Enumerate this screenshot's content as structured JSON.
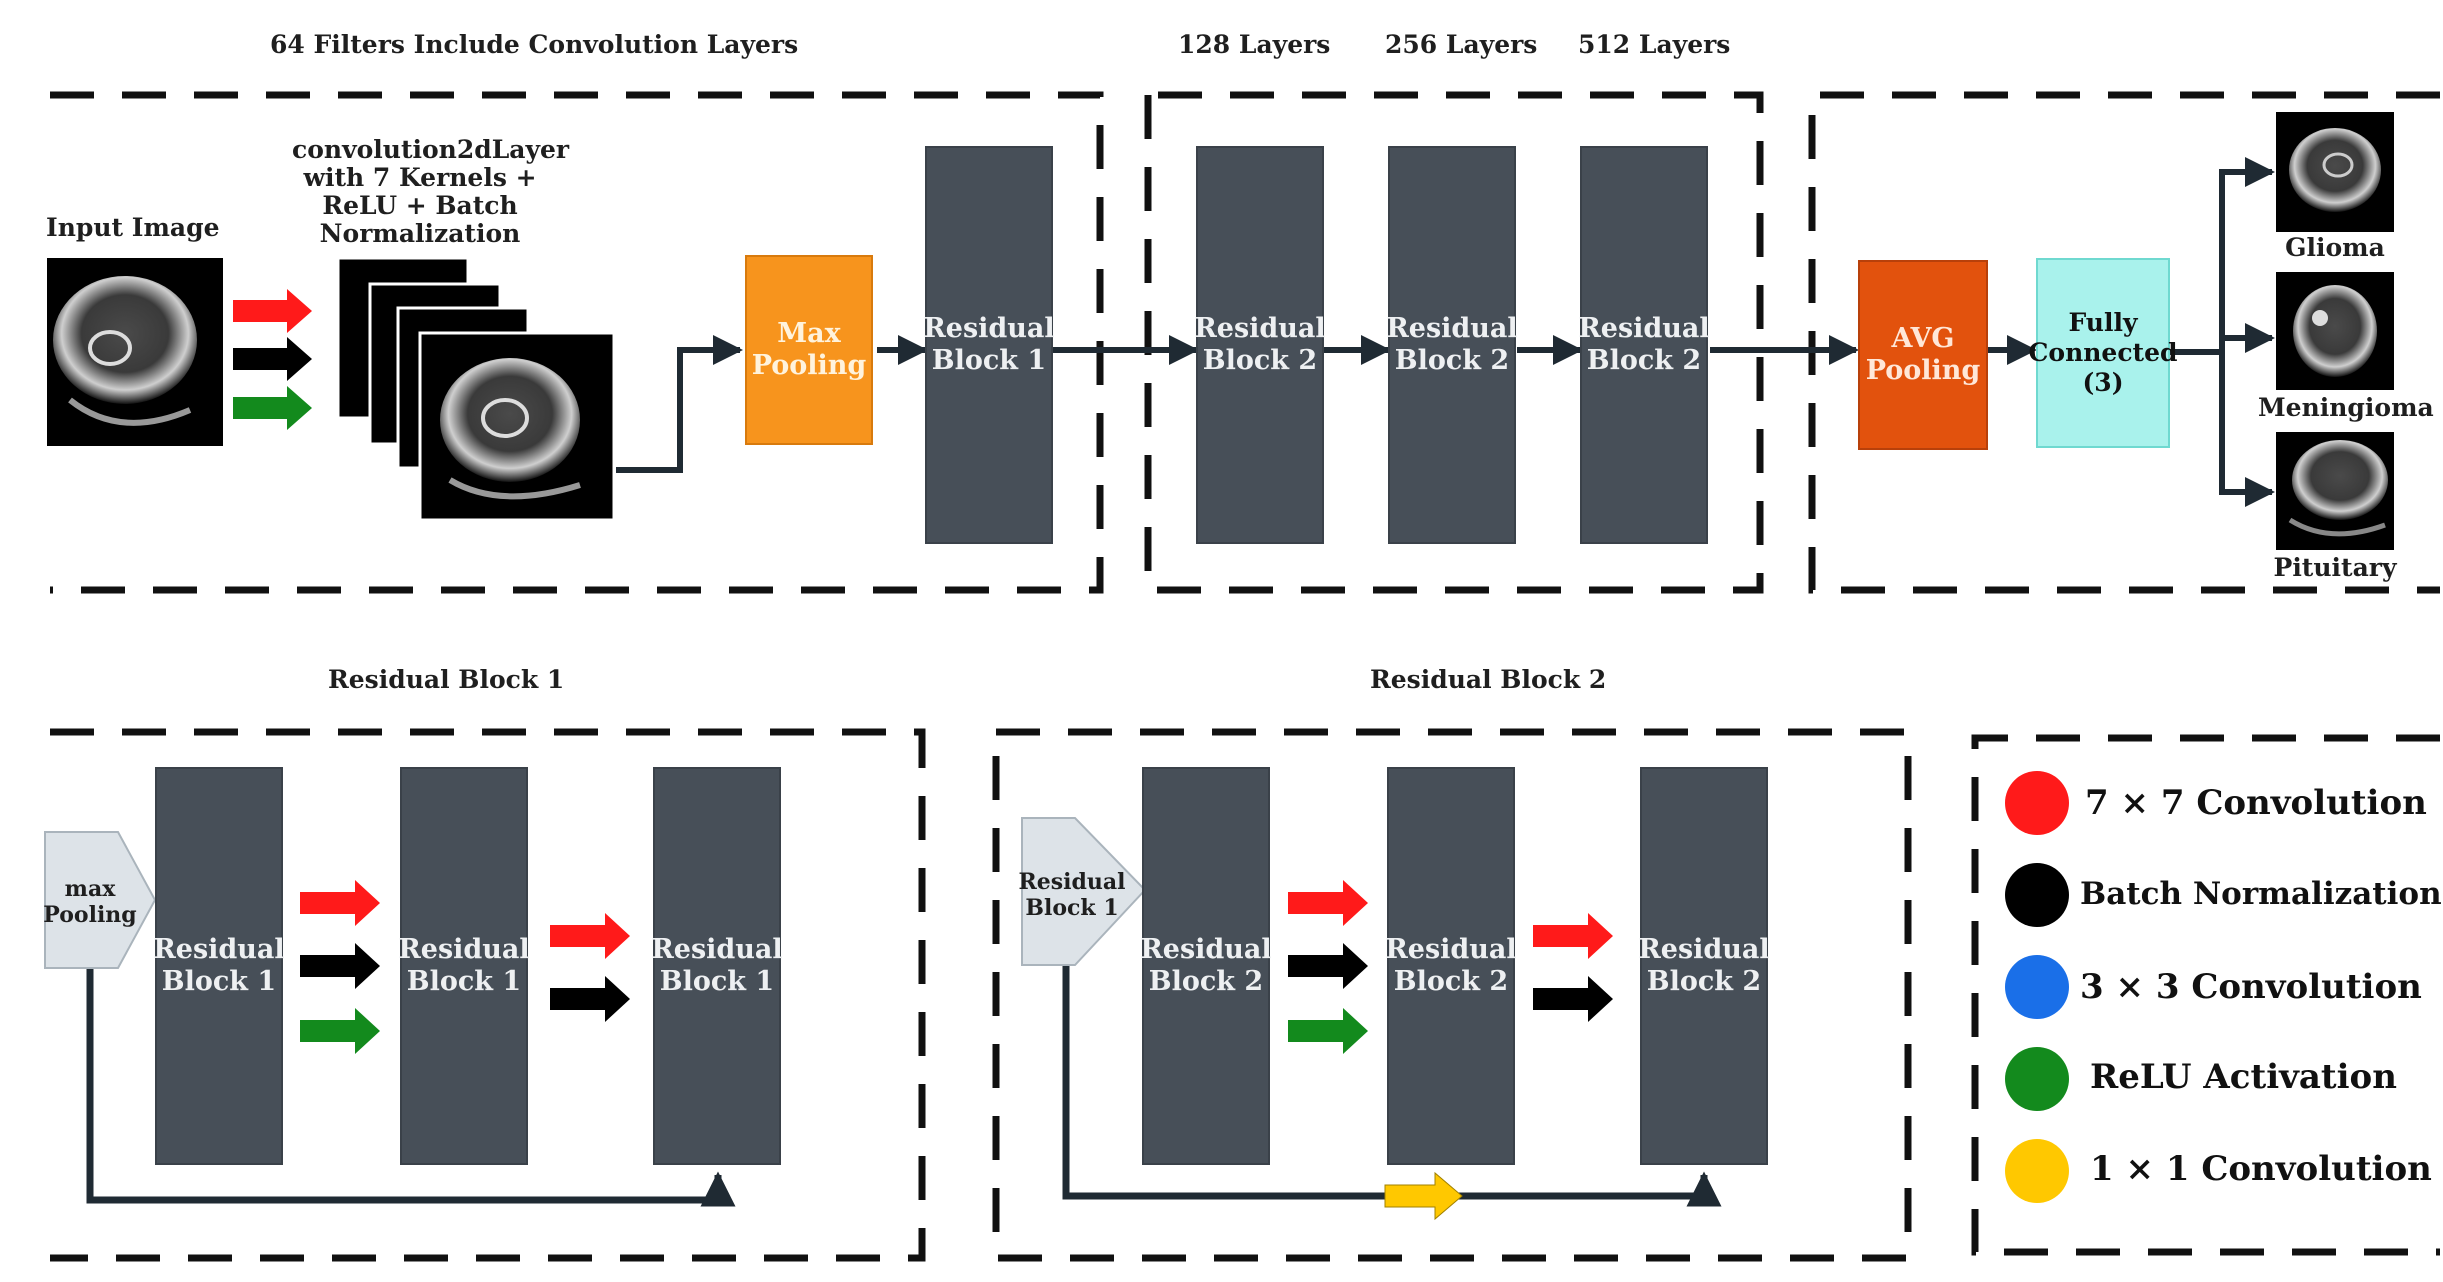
{
  "colors": {
    "block": "#474f58",
    "max_pooling": "#f7941d",
    "avg_pooling": "#e2520d",
    "fully_connected": "#a9f2ec",
    "red": "#ff1a1a",
    "black": "#000000",
    "blue": "#1a6fe8",
    "green": "#138a1d",
    "yellow": "#ffc800",
    "input_arrow": "#dde3e8"
  },
  "header": {
    "filters_title": "64 Filters Include Convolution Layers",
    "layers_128": "128 Layers",
    "layers_256": "256 Layers",
    "layers_512": "512 Layers"
  },
  "top": {
    "input_label": "Input Image",
    "conv_label_1": "convolution2dLayer",
    "conv_label_2": "with 7 Kernels +",
    "conv_label_3": "ReLU + Batch",
    "conv_label_4": "Normalization",
    "max_pooling": "Max\nPooling",
    "residual_block_1": "Residual\nBlock 1",
    "residual_block_2": "Residual\nBlock 2",
    "avg_pooling": "AVG\nPooling",
    "fully_connected": "Fully\nConnected\n(3)",
    "outputs": [
      "Glioma",
      "Meningioma",
      "Pituitary"
    ]
  },
  "bottom": {
    "rb1_title": "Residual Block 1",
    "rb2_title": "Residual Block 2",
    "rb1_input": "max\nPooling",
    "rb2_input": "Residual\nBlock 1",
    "rb1_block": "Residual\nBlock 1",
    "rb2_block": "Residual\nBlock 2"
  },
  "legend": {
    "items": [
      {
        "color": "#ff1a1a",
        "label": "7 × 7 Convolution"
      },
      {
        "color": "#000000",
        "label": "Batch Normalization"
      },
      {
        "color": "#1a6fe8",
        "label": "3 × 3 Convolution"
      },
      {
        "color": "#138a1d",
        "label": "ReLU Activation"
      },
      {
        "color": "#ffc800",
        "label": "1 × 1 Convolution"
      }
    ]
  }
}
